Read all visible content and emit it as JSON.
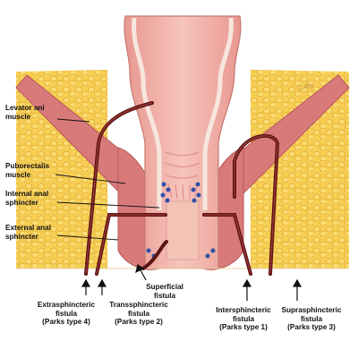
{
  "labels": {
    "levator": "Levator ani\nmuscle",
    "puborectalis": "Puborectalis\nmuscle",
    "internal": "Internal anal\nsphincter",
    "external": "External anal\nsphincter",
    "superficial": "Superficial\nfistula",
    "extrasphincteric": "Extrasphincteric\nfistula\n(Parks type 4)",
    "transsphincteric": "Transsphincteric\nfistula\n(Parks type 2)",
    "intersphincteric": "Intersphincteric\nfistula\n(Parks type 1)",
    "suprasphincteric": "Suprasphincteric\nfistula\n(Parks type 3)"
  },
  "colors": {
    "fat": "#f4c94a",
    "fat_dots": "#e6a92a",
    "muscle": "#d97a7a",
    "muscle_dark": "#c05a5a",
    "mucosa": "#f2b0a8",
    "mucosa_dark": "#d88a84",
    "fistula": "#5a1414",
    "gland": "#2f4fa8"
  }
}
